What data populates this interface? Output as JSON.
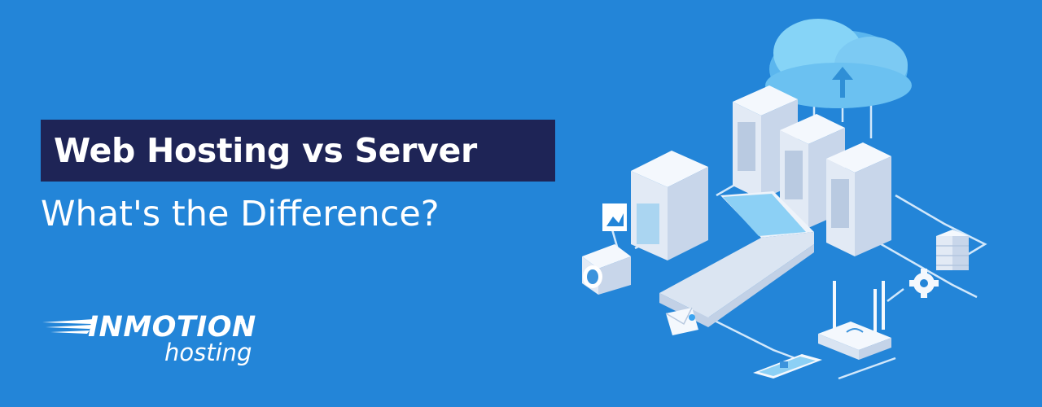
{
  "headline": {
    "title": "Web Hosting vs Server",
    "subtitle": "What's the Difference?"
  },
  "brand": {
    "logo_word": "INMOTION",
    "logo_sub": "hosting",
    "registered_mark": "®"
  },
  "colors": {
    "background": "#2385d8",
    "title_box": "#1e2456",
    "text": "#ffffff",
    "cloud": "#86d4f7",
    "device": "#e8eef6"
  },
  "illustration": {
    "icons": [
      "cloud-upload-icon",
      "server-icon",
      "laptop-icon",
      "camera-icon",
      "image-icon",
      "mail-icon",
      "router-icon",
      "phone-icon",
      "gear-icon",
      "database-icon"
    ]
  }
}
